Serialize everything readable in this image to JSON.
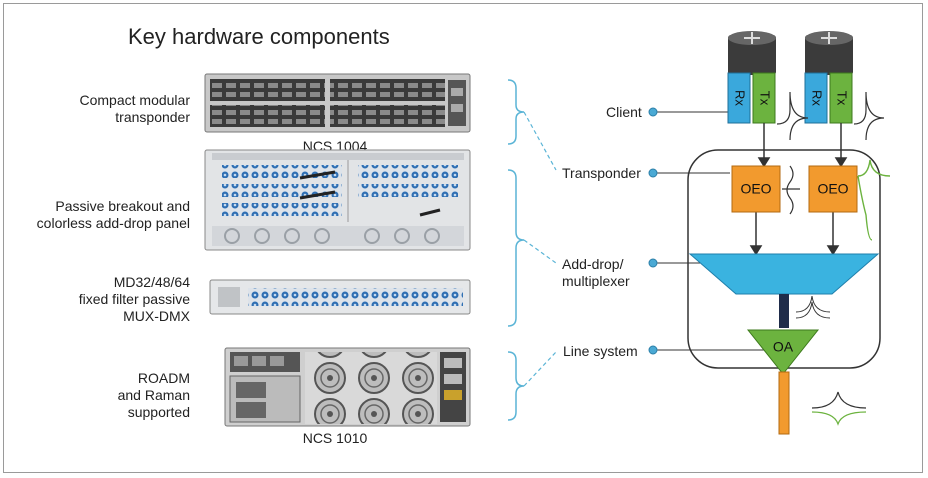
{
  "title": "Key hardware components",
  "left_labels": {
    "transponder": [
      "Compact modular",
      "transponder"
    ],
    "panel": [
      "Passive breakout and",
      "colorless add-drop panel"
    ],
    "muxdmx": [
      "MD32/48/64",
      "fixed filter passive",
      "MUX-DMX"
    ],
    "roadm": [
      "ROADM",
      "and Raman",
      "supported"
    ]
  },
  "captions": {
    "ncs1004": "NCS 1004",
    "ncs1010": "NCS 1010"
  },
  "right_labels": {
    "client": "Client",
    "transponder": "Transponder",
    "adddrop": [
      "Add-drop/",
      "multiplexer"
    ],
    "line": "Line system"
  },
  "boxes": {
    "rx": "Rx",
    "tx": "Tx",
    "oeo": "OEO",
    "oa": "OA"
  },
  "colors": {
    "rx": "#3aa8dc",
    "tx": "#6cb33f",
    "oeo": "#f29a2e",
    "mux": "#3ab3e0",
    "oa": "#6cb33f",
    "fiber": "#f29a2e",
    "bracket": "#5ab4d6",
    "dot": "#4aa9d4"
  }
}
